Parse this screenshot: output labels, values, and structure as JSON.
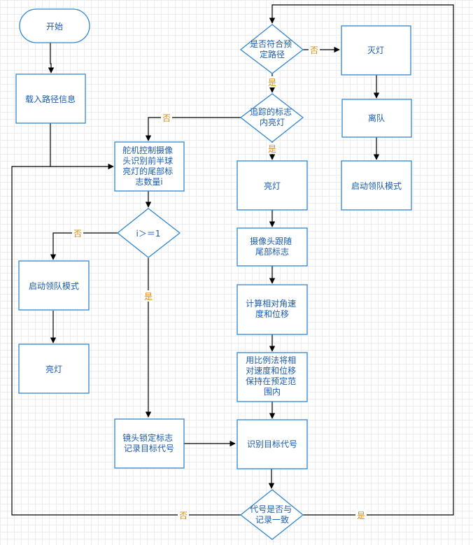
{
  "nodes": {
    "start": [
      "开始"
    ],
    "load_path": [
      "载入路径信息"
    ],
    "servo_detect": [
      "舵机控制摄像",
      "头识别前半球",
      "亮灯的尾部标",
      "志数量i"
    ],
    "cond_i": [
      "i＞＝1"
    ],
    "start_lead_left": [
      "启动领队模式"
    ],
    "light_on_left": [
      "亮灯"
    ],
    "lock_record": [
      "镜头锁定标志",
      "记录目标代号"
    ],
    "cond_path": [
      "是否符合预",
      "定路径"
    ],
    "cond_tail": [
      "追踪的标志",
      "内亮灯"
    ],
    "light_on_mid": [
      "亮灯"
    ],
    "camera_follow": [
      "摄像头跟随",
      "尾部标志"
    ],
    "compute": [
      "计算相对角速",
      "度和位移"
    ],
    "proportional": [
      "用比例法将相",
      "对速度和位移",
      "保持在预定范",
      "围内"
    ],
    "identify": [
      "识别目标代号"
    ],
    "cond_code": [
      "代号是否与",
      "记录一致"
    ],
    "light_off": [
      "灭灯"
    ],
    "leave": [
      "离队"
    ],
    "start_lead_right": [
      "启动领队模式"
    ]
  },
  "edge_labels": {
    "path_no": "否",
    "path_yes": "是",
    "tail_no": "否",
    "tail_yes": "是",
    "i_no": "否",
    "i_yes": "是",
    "code_no": "否",
    "code_yes": "是"
  }
}
